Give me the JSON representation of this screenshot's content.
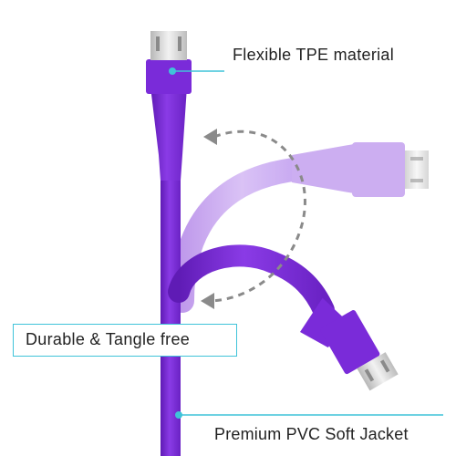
{
  "callouts": {
    "top": "Flexible TPE material",
    "middle": "Durable & Tangle free",
    "bottom": "Premium  PVC Soft Jacket"
  },
  "colors": {
    "cable": "#7a2bd9",
    "cable_dark": "#5f1bb5",
    "cable_faded": "#c7a6f0",
    "accent": "#3fc3d9",
    "metal": "#d9d9d9",
    "arrow": "#8a8a8a"
  },
  "icons": [
    "micro-usb-connector",
    "bend-arrow"
  ]
}
